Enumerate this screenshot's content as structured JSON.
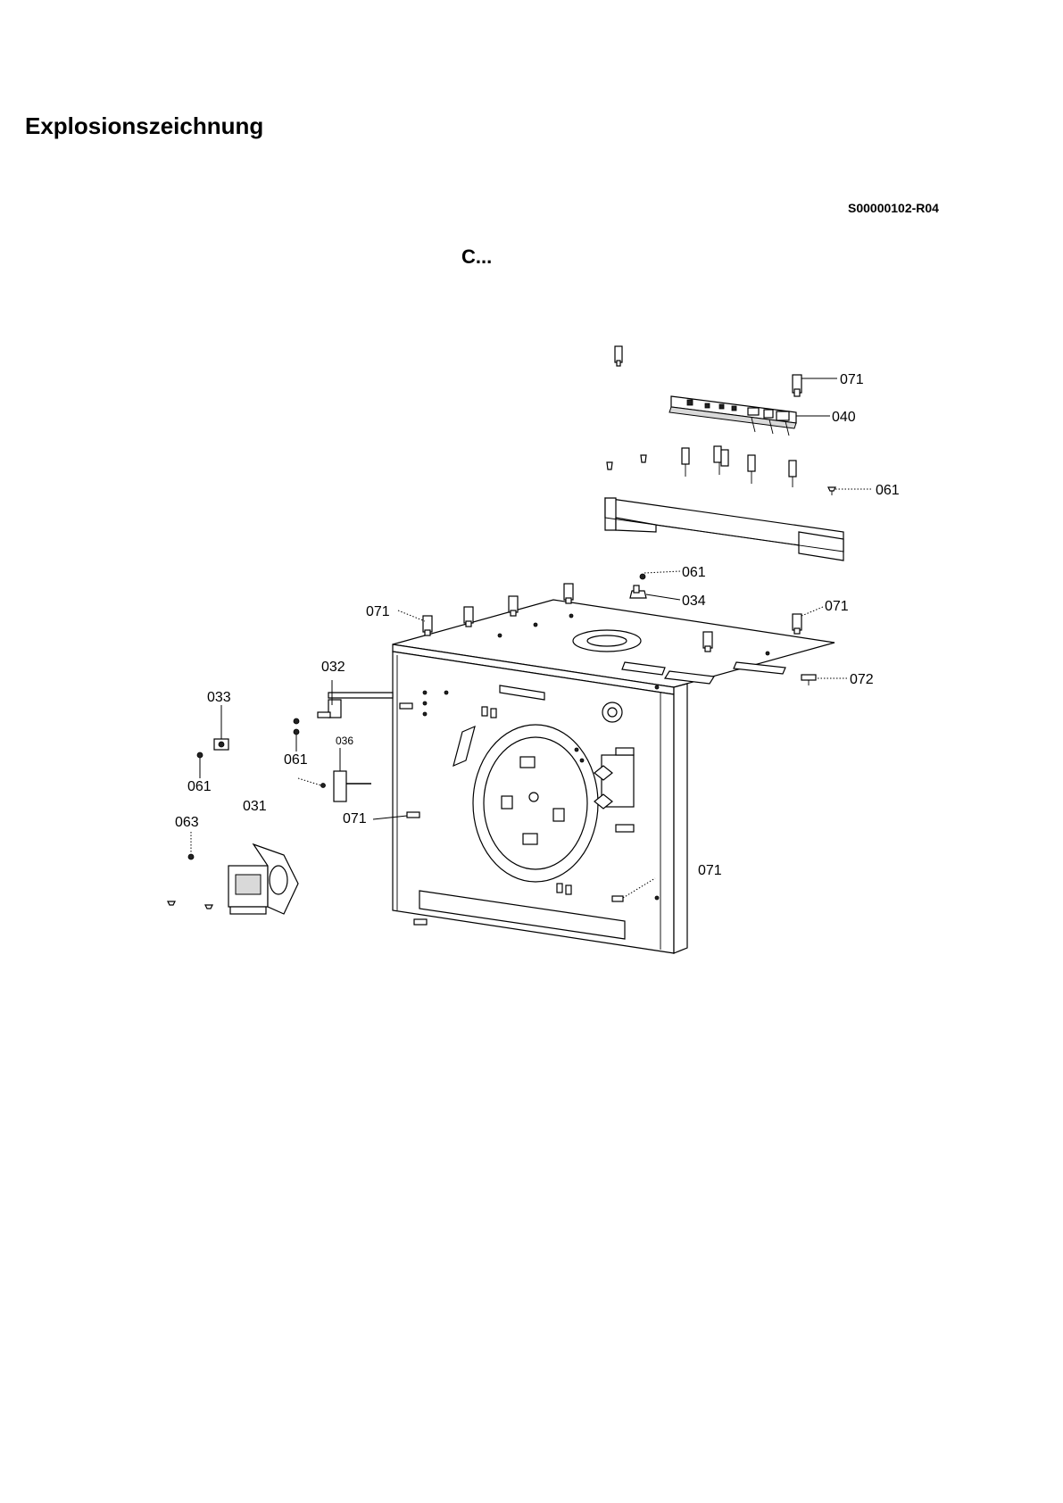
{
  "page": {
    "heading": "Explosionszeichnung",
    "document_id": "S00000102-R04",
    "model_label": "C..."
  },
  "callouts": [
    {
      "id": "c-071-top-right",
      "label": "071"
    },
    {
      "id": "c-040",
      "label": "040"
    },
    {
      "id": "c-061-right",
      "label": "061"
    },
    {
      "id": "c-061-top",
      "label": "061"
    },
    {
      "id": "c-034",
      "label": "034"
    },
    {
      "id": "c-071-top-left",
      "label": "071"
    },
    {
      "id": "c-071-right",
      "label": "071"
    },
    {
      "id": "c-072",
      "label": "072"
    },
    {
      "id": "c-032",
      "label": "032"
    },
    {
      "id": "c-033",
      "label": "033"
    },
    {
      "id": "c-036",
      "label": "036"
    },
    {
      "id": "c-061-left",
      "label": "061"
    },
    {
      "id": "c-061-mid",
      "label": "061"
    },
    {
      "id": "c-031",
      "label": "031"
    },
    {
      "id": "c-063",
      "label": "063"
    },
    {
      "id": "c-071-mid",
      "label": "071"
    },
    {
      "id": "c-071-bottom",
      "label": "071"
    }
  ]
}
